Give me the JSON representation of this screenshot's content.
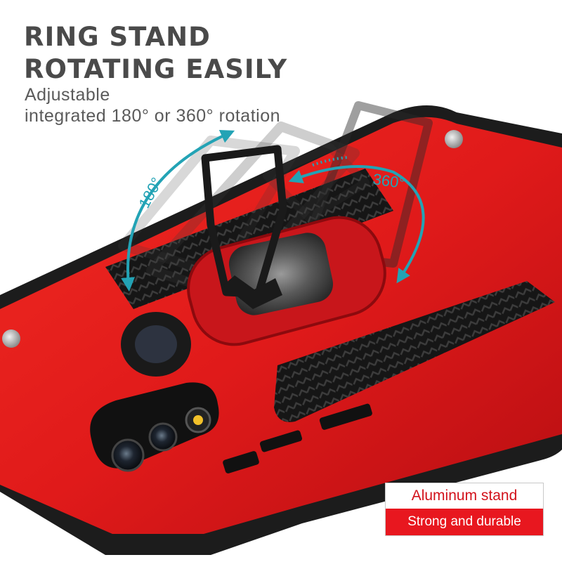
{
  "headline": {
    "line1": "RING STAND",
    "line2": "ROTATING EASILY"
  },
  "description": {
    "line1": "Adjustable",
    "line2": "integrated 180° or 360° rotation"
  },
  "angles": {
    "left": "180°",
    "right": "360°"
  },
  "badge": {
    "top": "Aluminum stand",
    "bottom": "Strong and durable"
  },
  "colors": {
    "case_red": "#e31b1f",
    "case_black": "#1c1c1c",
    "arrow_teal": "#23a3b5",
    "badge_red": "#e8171f",
    "text_gray": "#4a4a4a"
  }
}
